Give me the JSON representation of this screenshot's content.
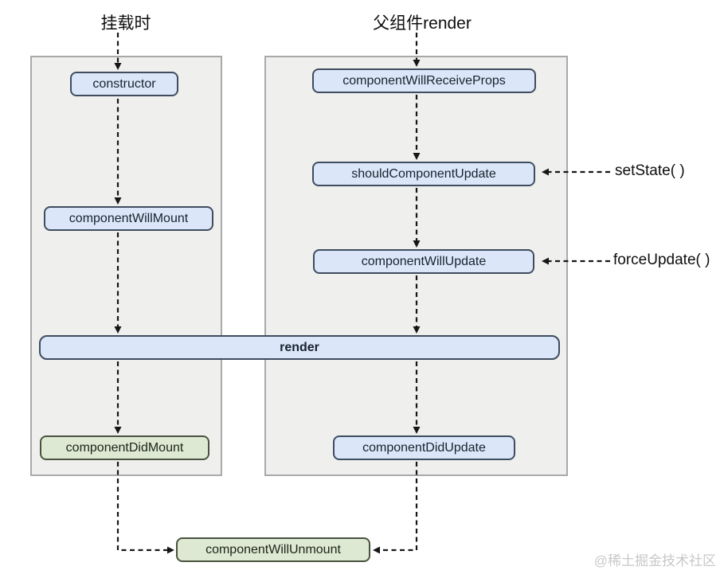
{
  "diagram": {
    "title_labels": {
      "mounting": "挂载时",
      "parent_render": "父组件render"
    },
    "trigger_labels": {
      "set_state": "setState( )",
      "force_update": "forceUpdate( )"
    },
    "mount_nodes": {
      "ctor": "constructor",
      "component_will_mount": "componentWillMount",
      "component_did_mount": "componentDidMount"
    },
    "update_nodes": {
      "component_will_receive_props": "componentWillReceiveProps",
      "should_component_update": "shouldComponentUpdate",
      "component_will_update": "componentWillUpdate",
      "component_did_update": "componentDidUpdate"
    },
    "shared_nodes": {
      "render": "render",
      "component_will_unmount": "componentWillUnmount"
    },
    "colors": {
      "node_blue_fill": "#dbe6f8",
      "node_blue_border": "#3e4d5f",
      "node_green_fill": "#dde9d3",
      "node_green_border": "#49523e",
      "panel_fill": "#efefee",
      "panel_border": "#a9a9a9",
      "arrow": "#161616",
      "watermark_text_color": "#c8c8c8"
    },
    "watermark": "@稀土掘金技术社区"
  }
}
